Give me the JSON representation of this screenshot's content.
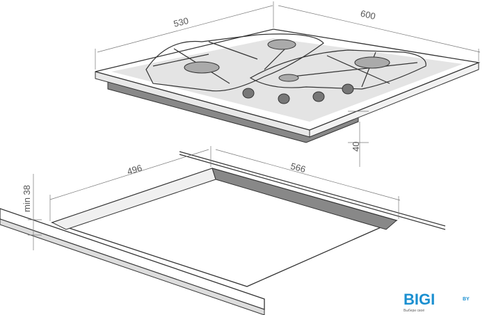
{
  "dimensions": {
    "hob_depth": "530",
    "hob_width": "600",
    "hob_height": "40",
    "cutout_depth": "496",
    "cutout_width": "566",
    "min_countertop": "min 38"
  },
  "logo": {
    "brand": "BIGI",
    "domain": "BY",
    "tagline": "Выбери своё",
    "colors": {
      "primary": "#1a8fd0",
      "accent": "#2aa0dd"
    }
  }
}
